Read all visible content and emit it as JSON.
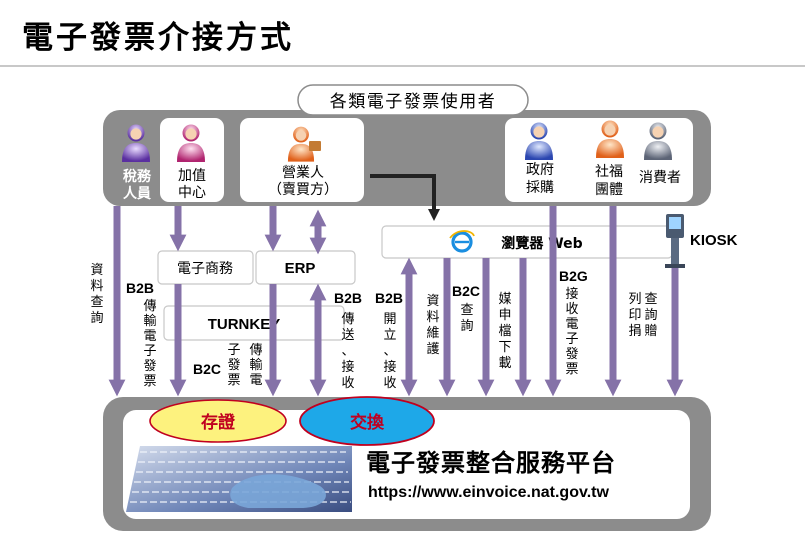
{
  "page": {
    "title": "電子發票介接方式"
  },
  "users": {
    "label": "各類電子發票使用者",
    "tax_officer": [
      "稅務",
      "人員"
    ],
    "value_added_center": [
      "加值",
      "中心"
    ],
    "business": [
      "營業人",
      "（賣買方）"
    ],
    "government": [
      "政府",
      "採購"
    ],
    "social_welfare": [
      "社福",
      "團體"
    ],
    "consumer": "消費者"
  },
  "middle": {
    "ecommerce": "電子商務",
    "erp": "ERP",
    "turnkey": "TURNKEY",
    "browser": "瀏覽器 Web",
    "kiosk": "KIOSK"
  },
  "flows": {
    "tax_query": "資料查詢",
    "b2b_prefix": "B2B",
    "b2b_transmit_einvoice": "傳輸電子發票",
    "b2c_prefix": "B2C",
    "b2c_transmit_col1": "傳輸電",
    "b2c_transmit_col2": "子發票",
    "b2b_send_receive": "傳送、接收",
    "b2b_issue_receive": "開立、接收",
    "data_maintenance": "資料維護",
    "b2c_query": "查詢",
    "media_file_download": "媒申檔下載",
    "b2g_prefix": "B2G",
    "receive_einvoice": "接收電子發票",
    "query_print_donate_col1": "查詢",
    "query_print_donate_col2": "列印",
    "query_print_donate_col3": "捐贈"
  },
  "platform": {
    "storage": "存證",
    "exchange": "交換",
    "name": "電子發票整合服務平台",
    "url": "https://www.einvoice.nat.gov.tw"
  },
  "colors": {
    "arrow": "#8572a8",
    "gray_band": "#8c8c8c",
    "storage_fill": "#fdf27e",
    "exchange_fill": "#1ea8e8",
    "accent_red": "#c0001f"
  },
  "icons": {
    "person": "person-icon",
    "browser": "ie-browser-icon",
    "kiosk": "kiosk-icon",
    "keyboard": "keyboard-photo"
  }
}
